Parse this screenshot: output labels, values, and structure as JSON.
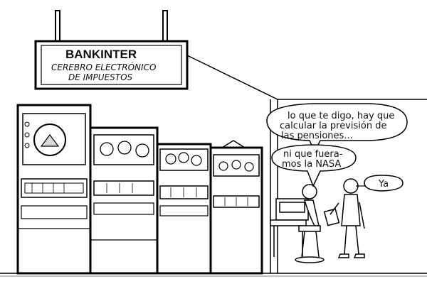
{
  "sign": {
    "title": "BANKINTER",
    "subtitle_line1": "CEREBRO ELECTRÓNICO",
    "subtitle_line2": "DE IMPUESTOS"
  },
  "speech": {
    "bubble1": {
      "line1": "lo que te digo, hay que",
      "line2": "calcular la previsión de",
      "line3": "las pensiones..."
    },
    "bubble2": {
      "line1": "ni que fuera-",
      "line2": "mos la NASA"
    },
    "bubble3": {
      "line1": "Ya"
    }
  }
}
